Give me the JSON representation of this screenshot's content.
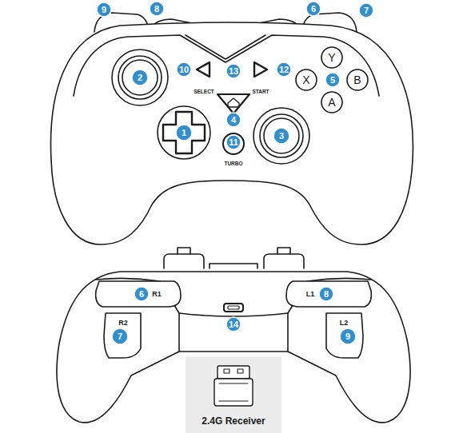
{
  "diagram": {
    "labels": [
      "9",
      "8",
      "6",
      "7",
      "2",
      "10",
      "13",
      "12",
      "Y",
      "X",
      "5",
      "B",
      "A",
      "1",
      "4",
      "11",
      "3",
      "SELECT",
      "START",
      "TURBO",
      "6",
      "R1",
      "L1",
      "8",
      "7",
      "R2",
      "L2",
      "9",
      "14",
      "2.4G Receiver"
    ]
  }
}
